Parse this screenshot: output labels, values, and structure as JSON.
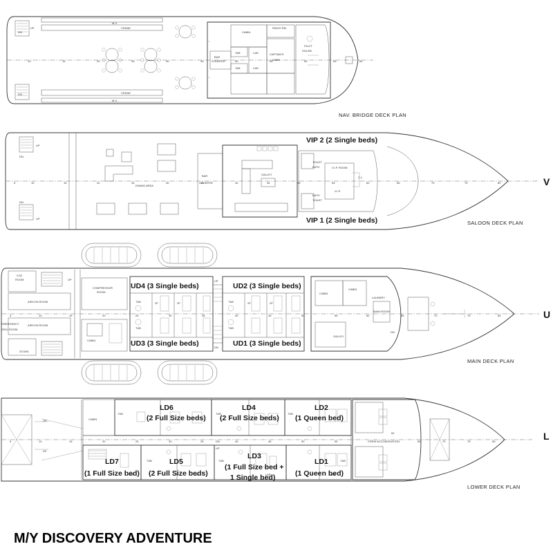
{
  "decks": [
    {
      "id": "nav-bridge",
      "caption": "NAV. BRIDGE DECK PLAN",
      "room_labels": [
        "CABIN",
        "RADIO RM.",
        "PILOT",
        "HOUSE",
        "CAPTAIN'S",
        "CABIN",
        "TAB",
        "LAR",
        "LAR",
        "TAB",
        "BAR",
        "COUNTER",
        "CRANE",
        "CRANE",
        "DN",
        "DN",
        "M.V.",
        "M.V.",
        "UP"
      ],
      "frame_numbers": [
        "10",
        "15",
        "20",
        "25",
        "30",
        "35",
        "40",
        "45",
        "50",
        "55",
        "60"
      ]
    },
    {
      "id": "saloon",
      "caption": "SALOON DECK PLAN",
      "side_label": "V",
      "room_labels": [
        "DINING AREA",
        "BAR",
        "COUNTER",
        "GALLEY",
        "TOILET",
        "BATH",
        "V.I.P. ROOM",
        "V.I.P.",
        "BATH",
        "TOILET",
        "UP",
        "DN",
        "UP",
        "DN",
        "C.L."
      ],
      "frame_numbers": [
        "5",
        "10",
        "15",
        "20",
        "25",
        "30",
        "35",
        "40",
        "45",
        "50",
        "55",
        "60",
        "65",
        "70",
        "75",
        "80"
      ],
      "cabins": [
        "VIP 2 (2 Single beds)",
        "VIP 1 (2 Single beds)"
      ]
    },
    {
      "id": "main",
      "caption": "MAIN DECK PLAN",
      "side_label": "U",
      "room_labels": [
        "CO2",
        "ROOM",
        "AIRCON ROOM",
        "AIRCON ROOM",
        "EMERGENCY",
        "GEN. ROOM",
        "STORE",
        "COMPRESSOR",
        "ROOM",
        "CABIN",
        "CABIN",
        "CABIN",
        "LAUNDRY",
        "GALLEY",
        "MAIN ROOM",
        "DN",
        "UP",
        "T&B",
        "T&B",
        "T&B",
        "T&B",
        "2P",
        "2P",
        "2P",
        "2P",
        "UP",
        "DN"
      ],
      "frame_numbers": [
        "5",
        "10",
        "15",
        "20",
        "25",
        "30",
        "35",
        "40",
        "45",
        "50",
        "55",
        "60",
        "65",
        "70",
        "75",
        "80"
      ],
      "cabins": [
        "UD4 (3 Single beds)",
        "UD2 (3 Single beds)",
        "UD3 (3 Single beds)",
        "UD1 (3 Single beds)"
      ]
    },
    {
      "id": "lower",
      "caption": "LOWER DECK PLAN",
      "side_label": "L",
      "room_labels": [
        "CABIN",
        "CREW ACCOMODATION",
        "UP",
        "DP",
        "T&B",
        "T&B",
        "T&B",
        "T&B",
        "T&B",
        "T&B",
        "LAR",
        "LAR",
        "LAR",
        "LAR",
        "DN",
        "UP"
      ],
      "frame_numbers": [
        "5",
        "10",
        "15",
        "20",
        "25",
        "30",
        "35",
        "40",
        "45",
        "50",
        "55",
        "60",
        "65",
        "70",
        "75",
        "80"
      ],
      "cabins": [
        "LD6",
        "(2 Full Size beds)",
        "LD4",
        "(2 Full Size beds)",
        "LD2",
        "(1 Queen bed)",
        "LD7",
        "(1 Full Size bed)",
        "LD5",
        "(2 Full Size beds)",
        "LD3",
        "(1 Full Size bed +",
        "1 Single bed)",
        "LD1",
        "(1 Queen bed)"
      ]
    }
  ],
  "title": "M/Y DISCOVERY ADVENTURE"
}
